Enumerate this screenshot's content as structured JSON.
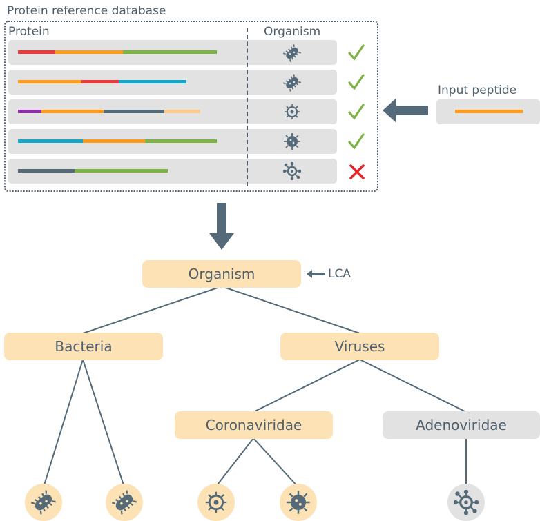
{
  "database": {
    "title": "Protein reference database",
    "col_protein": "Protein",
    "col_organism": "Organism",
    "rows": [
      {
        "organism_icon": "bacteria-rod-icon",
        "match": true
      },
      {
        "organism_icon": "bacteria-rod-icon",
        "match": true
      },
      {
        "organism_icon": "coronavirus-icon",
        "match": true
      },
      {
        "organism_icon": "coronavirus-icon",
        "match": true
      },
      {
        "organism_icon": "adenovirus-icon",
        "match": false
      }
    ]
  },
  "input": {
    "label": "Input peptide"
  },
  "tree": {
    "root": "Organism",
    "lca_label": "LCA",
    "bacteria": "Bacteria",
    "viruses": "Viruses",
    "coronaviridae": "Coronaviridae",
    "adenoviridae": "Adenoviridae"
  },
  "colors": {
    "red": "#e53b3b",
    "orange": "#ff9b1a",
    "green": "#7cb342",
    "teal": "#13a8c8",
    "slate": "#546a79",
    "purple": "#8e2ea8",
    "peach": "#ffc98a",
    "match": "#7cb342",
    "nomatch": "#e0242a",
    "highlight": "#fde2b5"
  }
}
